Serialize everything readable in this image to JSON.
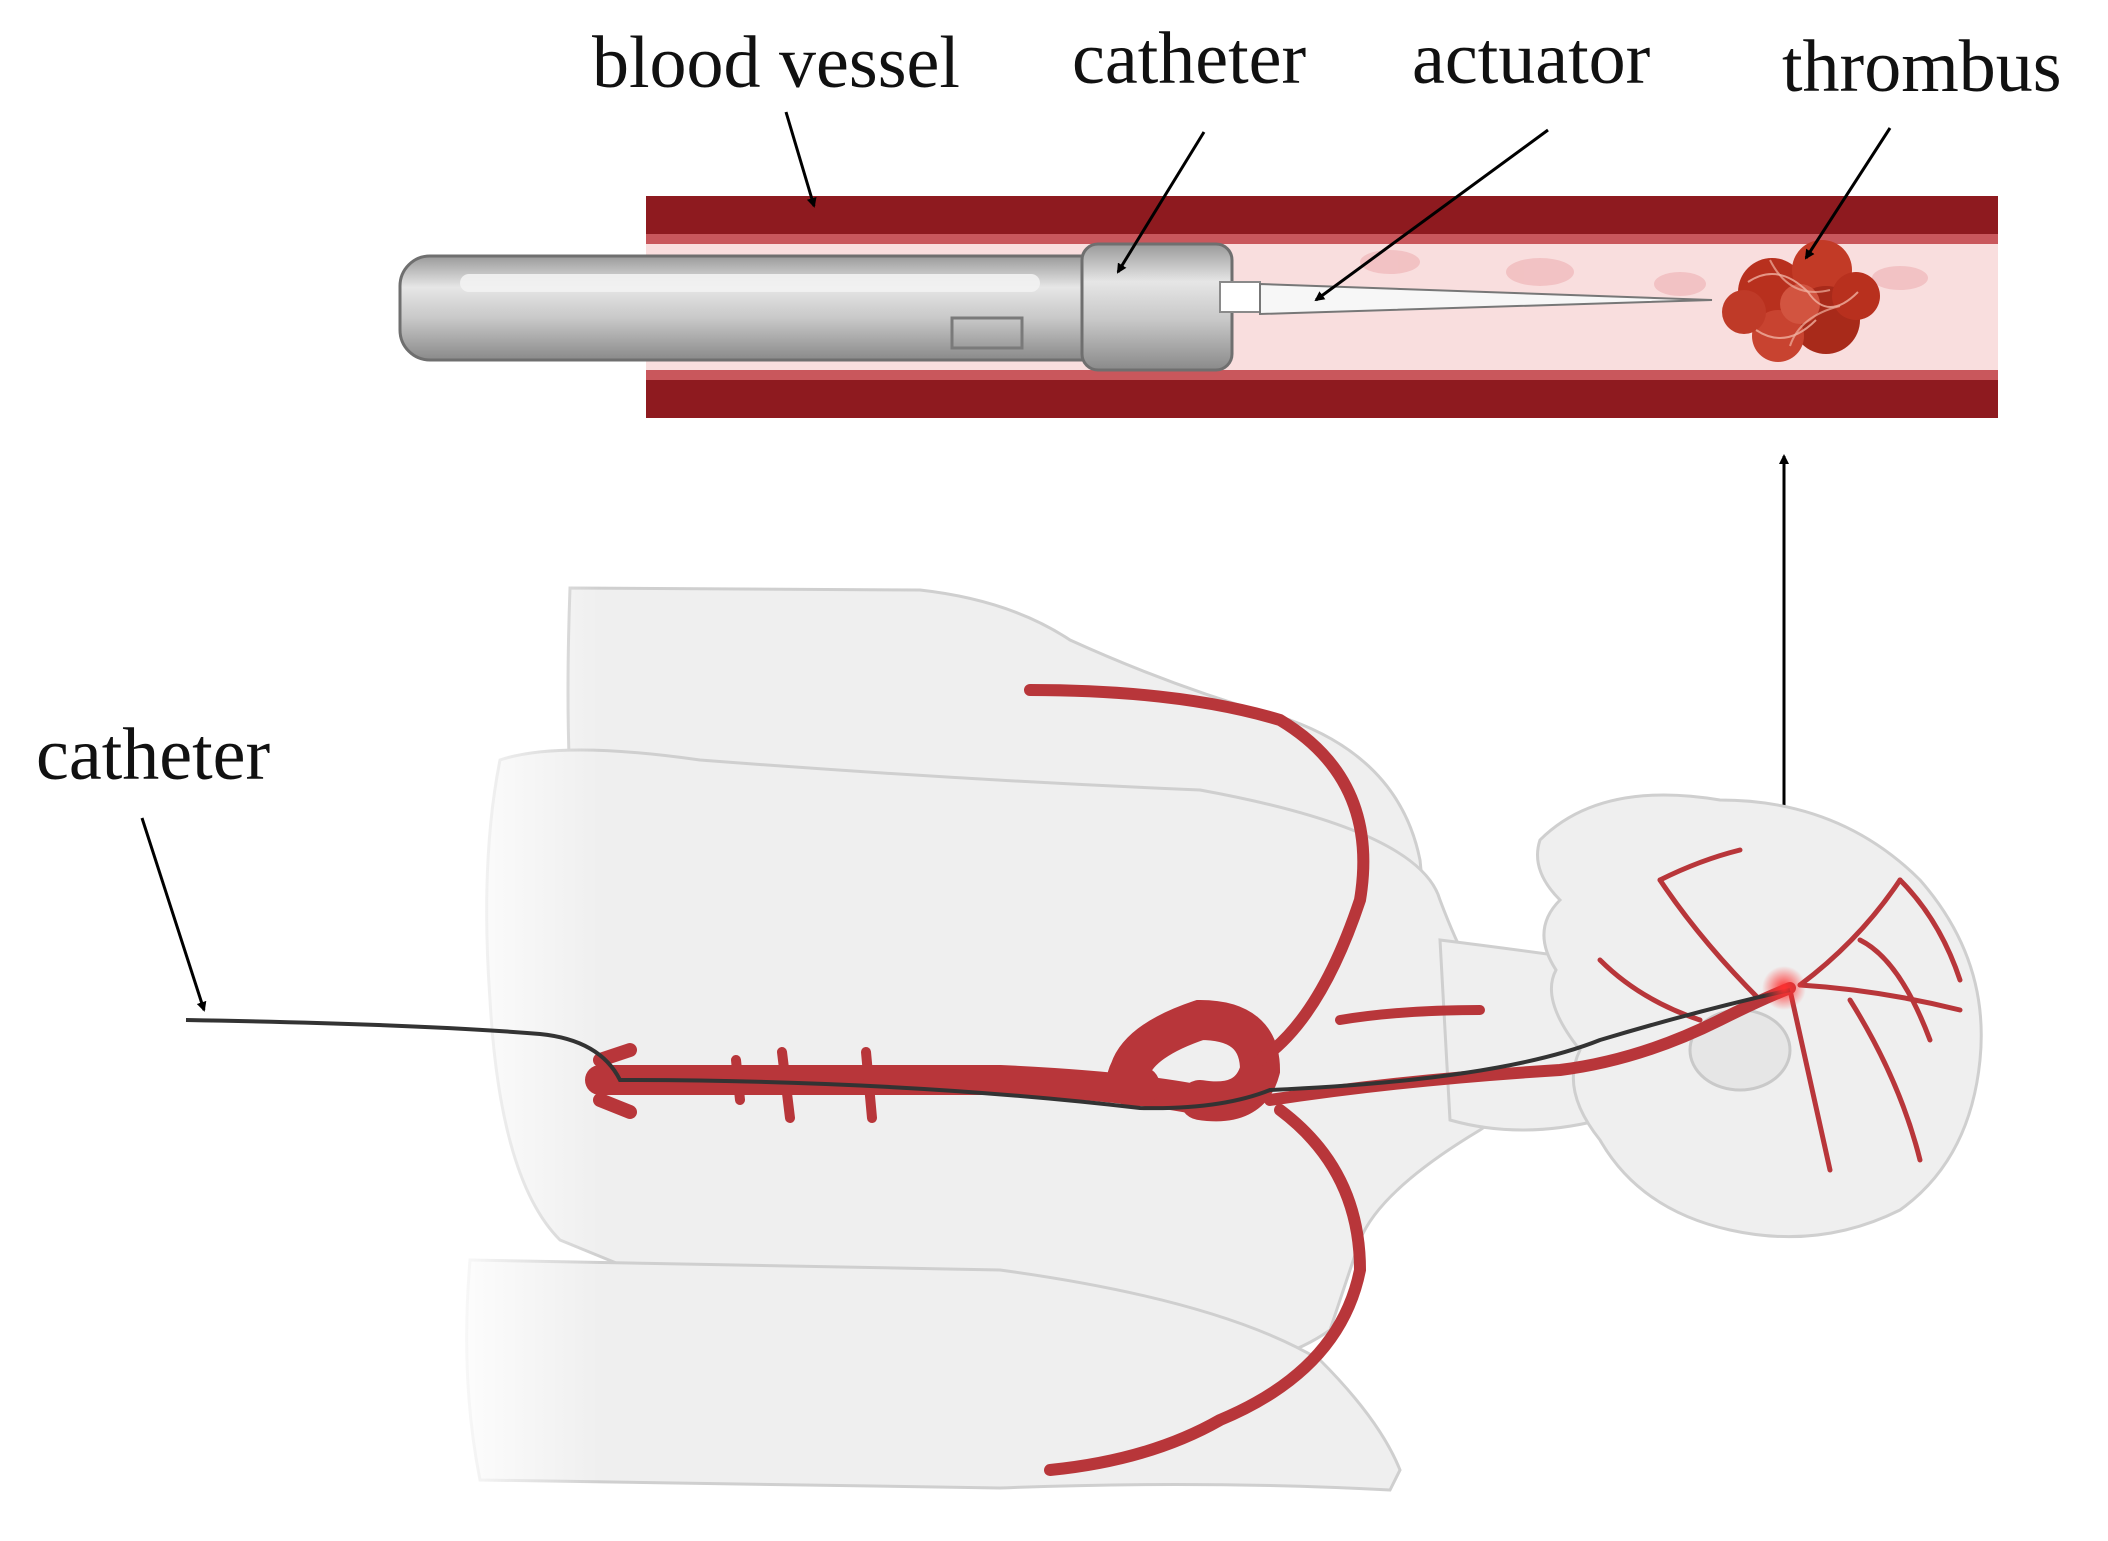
{
  "labels": {
    "blood_vessel": "blood vessel",
    "catheter_top": "catheter",
    "actuator": "actuator",
    "thrombus": "thrombus",
    "catheter_body": "catheter"
  },
  "colors": {
    "vessel_wall": "#8e1a1f",
    "vessel_inner": "#c9575c",
    "vessel_lumen": "#f8dcdc",
    "artery": "#b8363a",
    "body_fill": "#efefef",
    "body_outline": "#c9c9c9",
    "catheter_gray": "#bdbdbd",
    "thrombus": "#b8301e",
    "wire": "#333333"
  },
  "icons": [
    "arrow-icon",
    "thrombus-icon",
    "catheter-device-icon"
  ]
}
